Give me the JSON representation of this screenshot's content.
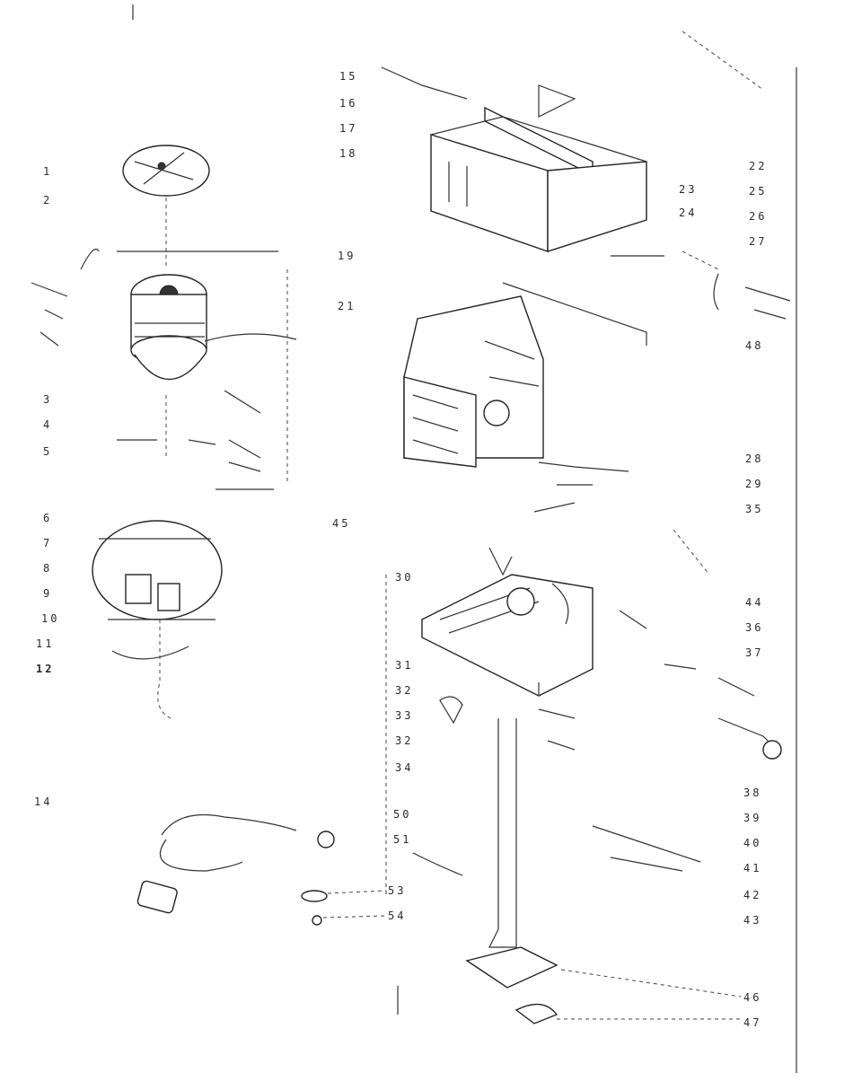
{
  "diagram": {
    "left_labels": [
      "1",
      "2",
      "3",
      "4",
      "5",
      "6",
      "7",
      "8",
      "9",
      "10",
      "11",
      "12",
      "14"
    ],
    "mid_labels": [
      "15",
      "16",
      "17",
      "18",
      "19",
      "21",
      "45",
      "30",
      "31",
      "32",
      "33",
      "32",
      "34",
      "50",
      "51",
      "53",
      "54"
    ],
    "right_labels": [
      "22",
      "23",
      "24",
      "25",
      "26",
      "27",
      "48",
      "28",
      "29",
      "35",
      "44",
      "36",
      "37",
      "38",
      "39",
      "40",
      "41",
      "42",
      "43",
      "46",
      "47"
    ]
  }
}
